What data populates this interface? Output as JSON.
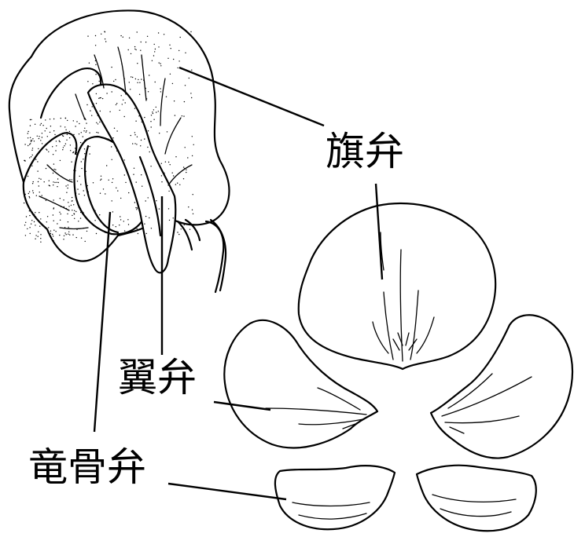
{
  "labels": {
    "standard": "旗弁",
    "wing": "翼弁",
    "keel": "竜骨弁"
  }
}
